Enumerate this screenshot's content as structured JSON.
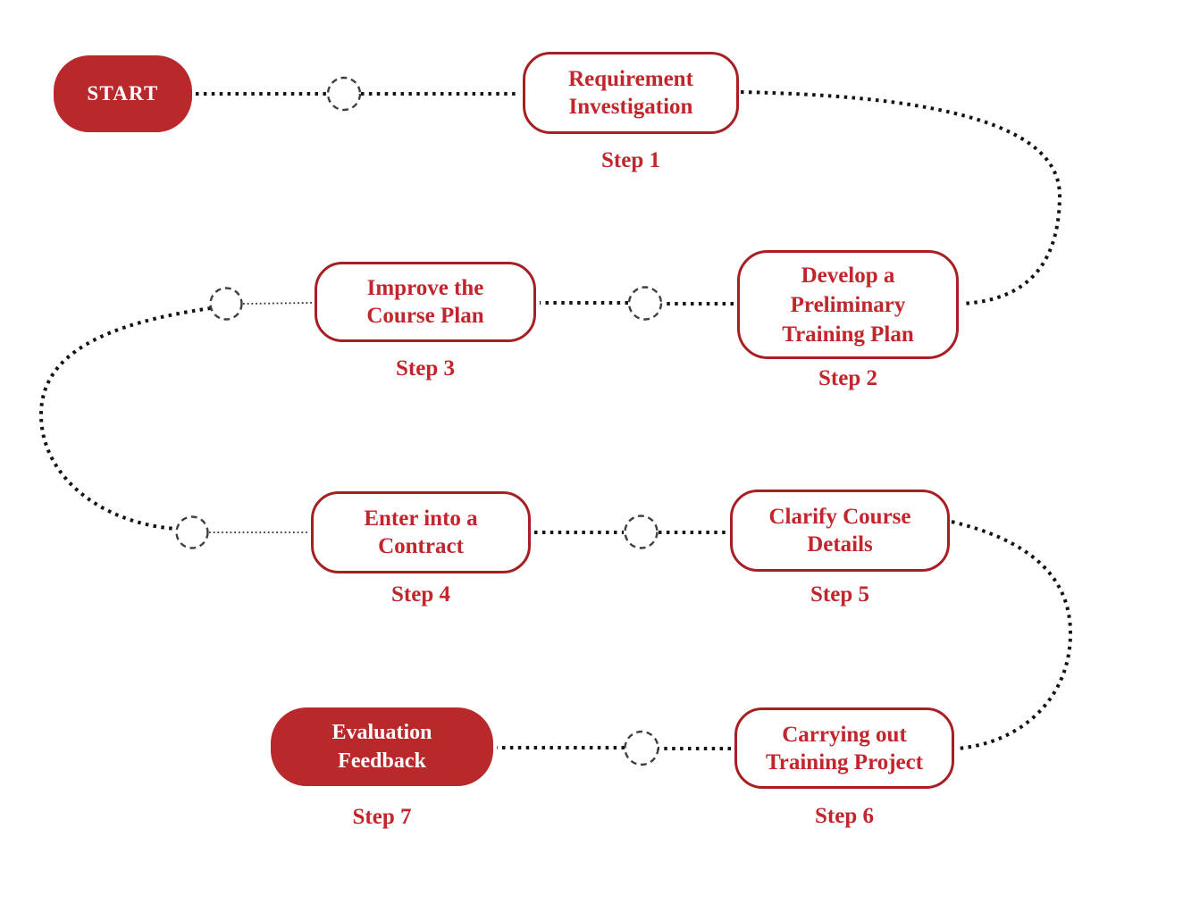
{
  "colors": {
    "background": "#FFFFFF",
    "fill_red": "#B9282B",
    "border_red": "#A62023",
    "text_red": "#C2262C",
    "node_text_white": "#FFFFFF",
    "dot_black": "#141414",
    "circle_gray": "#3A4046"
  },
  "nodes": {
    "start": {
      "lines": [
        "START"
      ]
    },
    "step1": {
      "lines": [
        "Requirement",
        "Investigation"
      ],
      "step_label": "Step 1"
    },
    "step2": {
      "lines": [
        "Develop a",
        "Preliminary",
        "Training Plan"
      ],
      "step_label": "Step 2"
    },
    "step3": {
      "lines": [
        "Improve the",
        "Course Plan"
      ],
      "step_label": "Step 3"
    },
    "step4": {
      "lines": [
        "Enter into a",
        "Contract"
      ],
      "step_label": "Step 4"
    },
    "step5": {
      "lines": [
        "Clarify Course",
        "Details"
      ],
      "step_label": "Step 5"
    },
    "step6": {
      "lines": [
        "Carrying out",
        "Training Project"
      ],
      "step_label": "Step 6"
    },
    "step7": {
      "lines": [
        "Evaluation",
        "Feedback"
      ],
      "step_label": "Step 7"
    }
  }
}
